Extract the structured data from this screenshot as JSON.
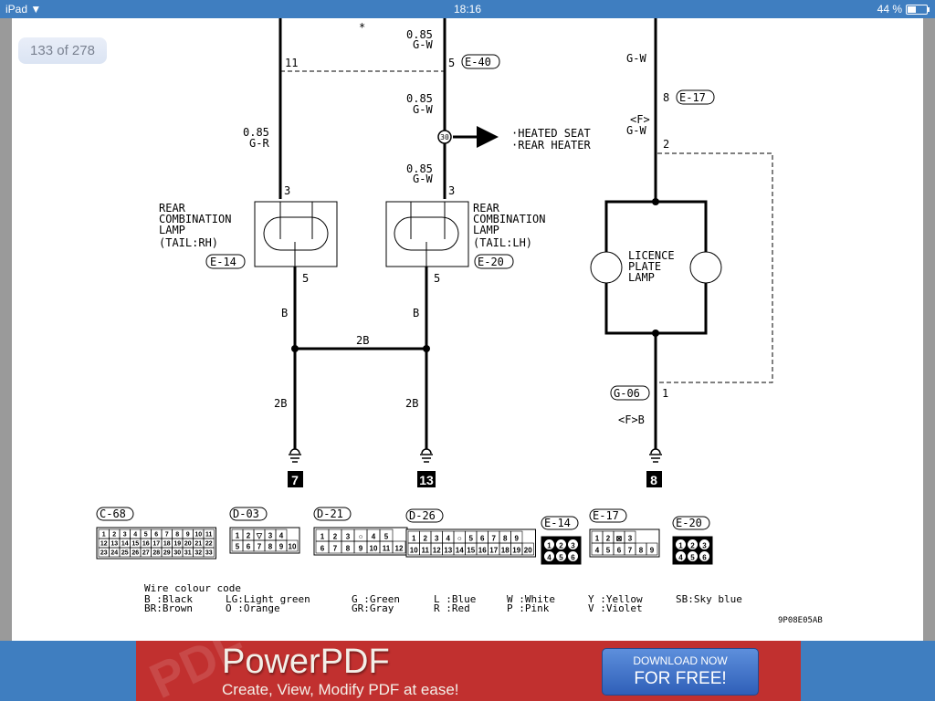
{
  "status_bar": {
    "device": "iPad",
    "wifi_icon": "wifi-icon",
    "time": "18:16",
    "battery_percent_label": "44 %",
    "battery_level": 0.44
  },
  "viewer": {
    "page_counter": "133 of 278"
  },
  "diagram": {
    "top_star": "*",
    "left_circuit": {
      "pin_top": "11",
      "wire_size": "0.85",
      "wire_color": "G-R",
      "lamp_pin_in": "3",
      "lamp_pin_out": "5",
      "lamp_label": [
        "REAR",
        "COMBINATION",
        "LAMP",
        "(TAIL:RH)"
      ],
      "connector": "E-14",
      "wire_out": "B",
      "ground_wire": "2B",
      "ground_id": "7"
    },
    "middle_circuit": {
      "wire_top_size": "0.85",
      "wire_top_color": "G-W",
      "pin_top": "5",
      "top_connector": "E-40",
      "wire_mid_size": "0.85",
      "wire_mid_color": "G-W",
      "junction_id": "30",
      "branch_labels": [
        "·HEATED SEAT",
        "·REAR HEATER"
      ],
      "wire_low_size": "0.85",
      "wire_low_color": "G-W",
      "lamp_pin_in": "3",
      "lamp_pin_out": "5",
      "lamp_label": [
        "REAR",
        "COMBINATION",
        "LAMP",
        "(TAIL:LH)"
      ],
      "connector": "E-20",
      "wire_out": "B",
      "ground_wire": "2B",
      "ground_id": "13"
    },
    "bridge_wire": "2B",
    "right_circuit": {
      "wire_color_top": "G-W",
      "pin_e17": "8",
      "connector_e17": "E-17",
      "variant": "<F>",
      "wire_color_mid": "G-W",
      "pin_2": "2",
      "lamp_label": [
        "LICENCE",
        "PLATE",
        "LAMP"
      ],
      "connector_g06": "G-06",
      "pin_1": "1",
      "wire_bottom": "<F>B",
      "ground_id": "8"
    },
    "connectors": [
      {
        "id": "C-68",
        "rows": [
          [
            "1",
            "2",
            "3",
            "4",
            "5",
            "6",
            "7",
            "8",
            "9",
            "10",
            "11"
          ],
          [
            "12",
            "13",
            "14",
            "15",
            "16",
            "17",
            "18",
            "19",
            "20",
            "21",
            "22"
          ],
          [
            "23",
            "24",
            "25",
            "26",
            "27",
            "28",
            "29",
            "30",
            "31",
            "32",
            "33"
          ]
        ]
      },
      {
        "id": "D-03",
        "rows": [
          [
            "1",
            "2",
            "▽",
            "3",
            "4"
          ],
          [
            "5",
            "6",
            "7",
            "8",
            "9",
            "10"
          ]
        ]
      },
      {
        "id": "D-21",
        "rows": [
          [
            "1",
            "2",
            "3",
            "○",
            "4",
            "5"
          ],
          [
            "6",
            "7",
            "8",
            "9",
            "10",
            "11",
            "12"
          ]
        ]
      },
      {
        "id": "D-26",
        "rows": [
          [
            "1",
            "2",
            "3",
            "4",
            "○",
            "5",
            "6",
            "7",
            "8",
            "9"
          ],
          [
            "10",
            "11",
            "12",
            "13",
            "14",
            "15",
            "16",
            "17",
            "18",
            "19",
            "20"
          ]
        ]
      },
      {
        "id": "E-14",
        "rows": [
          [
            "1",
            "2",
            "3"
          ],
          [
            "4",
            "5",
            "6"
          ]
        ]
      },
      {
        "id": "E-17",
        "rows": [
          [
            "1",
            "2",
            "⊠",
            "3"
          ],
          [
            "4",
            "5",
            "6",
            "7",
            "8",
            "9"
          ]
        ]
      },
      {
        "id": "E-20",
        "rows": [
          [
            "1",
            "2",
            "3"
          ],
          [
            "4",
            "5",
            "6"
          ]
        ]
      }
    ],
    "legend": {
      "title": "Wire colour code",
      "entries": [
        [
          "B :Black",
          "BR:Brown"
        ],
        [
          "LG:Light green",
          "O :Orange"
        ],
        [
          "G :Green",
          "GR:Gray"
        ],
        [
          "L :Blue",
          "R :Red"
        ],
        [
          "W :White",
          "P :Pink"
        ],
        [
          "Y :Yellow",
          "V :Violet"
        ],
        [
          "SB:Sky blue",
          ""
        ]
      ]
    },
    "figure_code": "9P08E05AB"
  },
  "ad": {
    "watermark": "PDF",
    "brand": "PowerPDF",
    "tagline": "Create, View, Modify PDF at ease!",
    "button_line1": "DOWNLOAD NOW",
    "button_line2": "FOR FREE!",
    "colors": {
      "background": "#c1302f",
      "button": "#3f6fca"
    }
  }
}
